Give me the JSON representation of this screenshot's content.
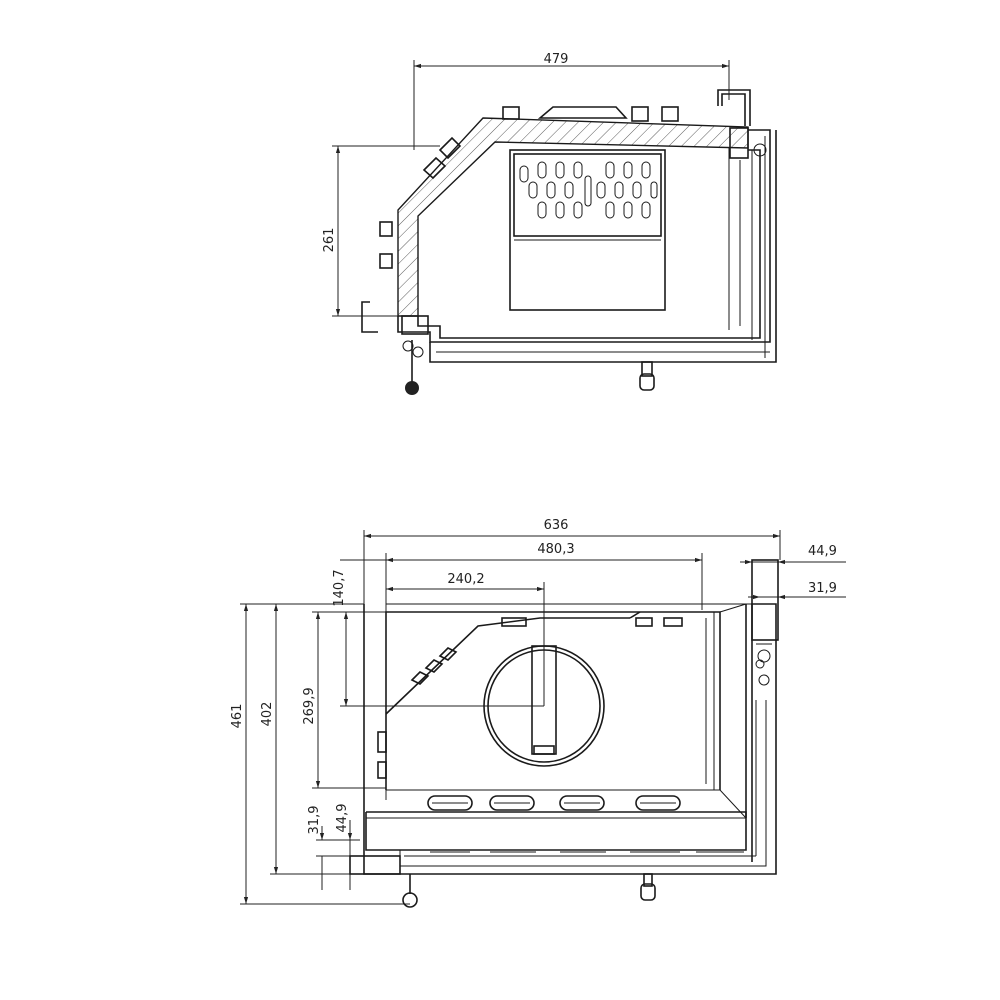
{
  "top_view": {
    "dims": {
      "width": "479",
      "depth": "261"
    }
  },
  "front_view": {
    "dims": {
      "overall_width": "636",
      "inner_width": "480,3",
      "half_width": "240,2",
      "frame_outer": "44,9",
      "frame_inner": "31,9",
      "circle_top": "140,7",
      "circle_center": "269,9",
      "overall_height": "461",
      "inner_height": "402",
      "bottom_frame_inner": "31,9",
      "bottom_frame_outer": "44,9"
    }
  },
  "colors": {
    "line": "#1a1a1a",
    "background": "#ffffff"
  }
}
